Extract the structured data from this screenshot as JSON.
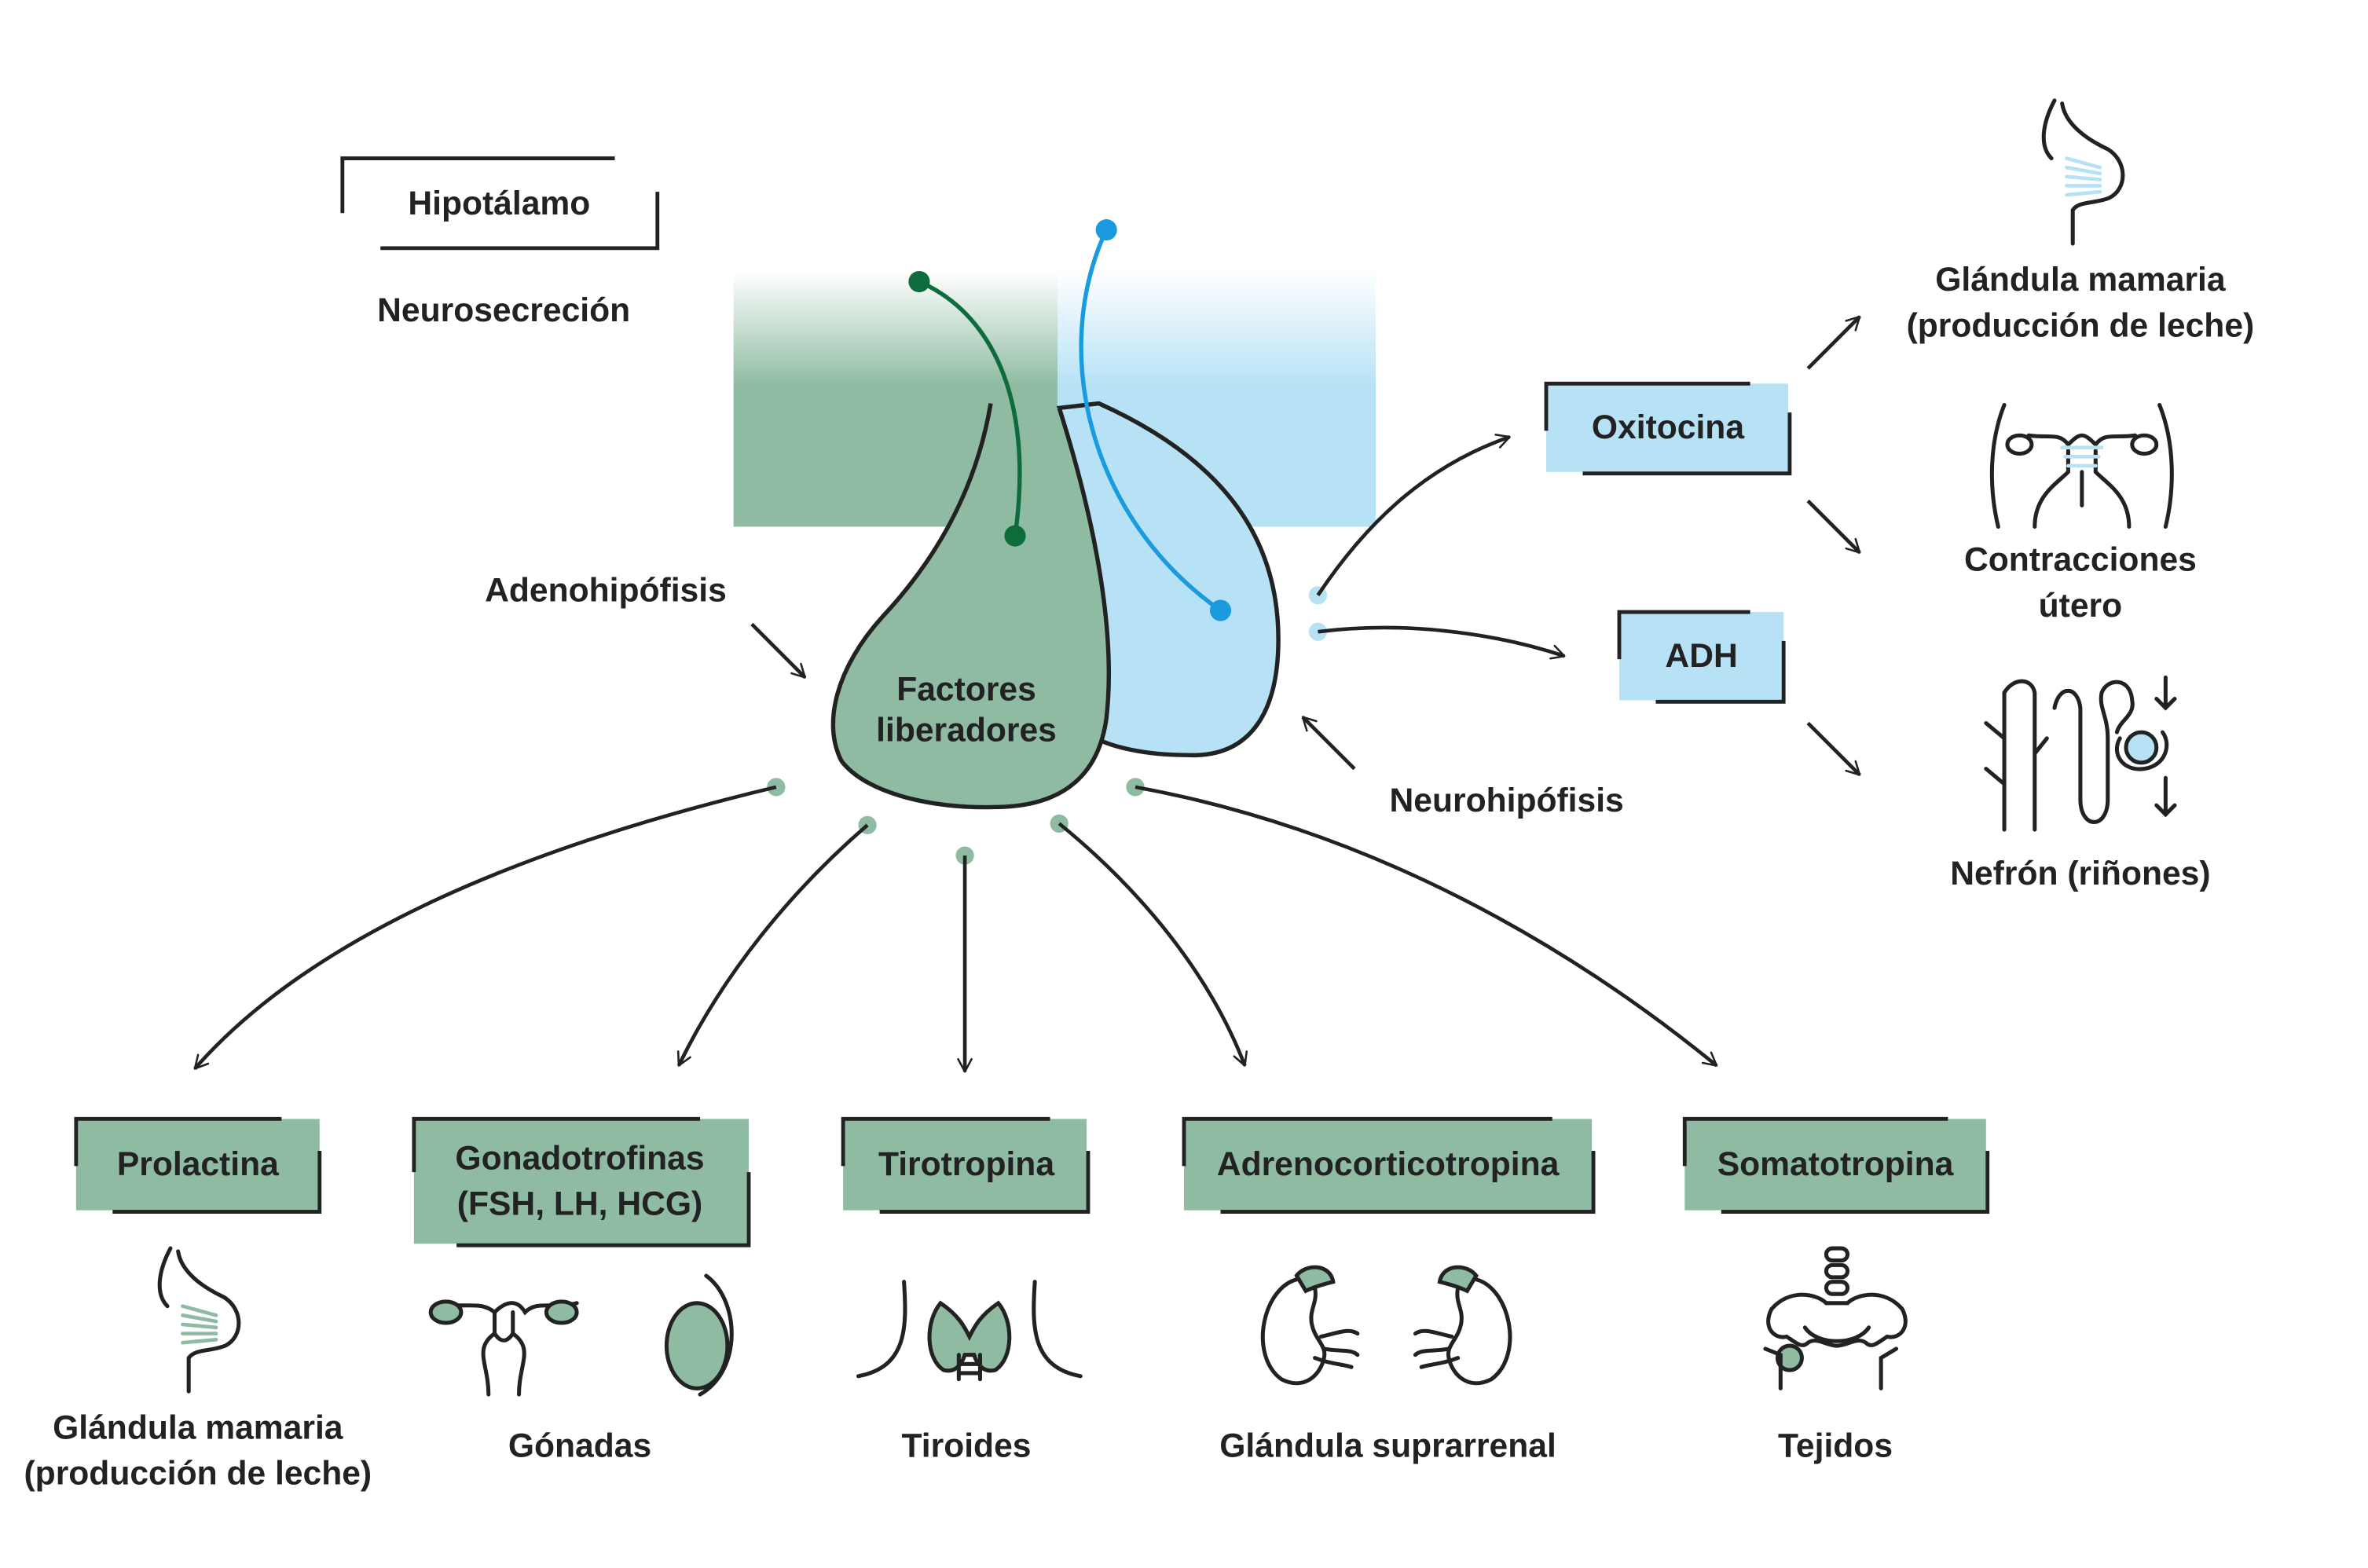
{
  "colors": {
    "green": "#8fbba2",
    "green_dark": "#0e6b3c",
    "blue_light": "#b7e2f6",
    "blue_dark": "#1a9be0",
    "stroke": "#222222",
    "dot_green": "#8fbba2",
    "dot_blue": "#b7e2f6"
  },
  "header": {
    "hypothalamus": "Hipotálamo",
    "neurosecretion": "Neurosecreción"
  },
  "gland": {
    "adeno_label": "Adenohipófisis",
    "neuro_label": "Neurohipófisis",
    "center_line1": "Factores",
    "center_line2": "liberadores"
  },
  "posterior_hormones": [
    {
      "name": "Oxitocina"
    },
    {
      "name": "ADH"
    }
  ],
  "posterior_targets": [
    {
      "line1": "Glándula mamaria",
      "line2": "(producción de leche)",
      "icon": "breast-icon"
    },
    {
      "line1": "Contracciones",
      "line2": "útero",
      "icon": "uterus-icon"
    },
    {
      "line1": "Nefrón (riñones)",
      "line2": "",
      "icon": "nephron-icon"
    }
  ],
  "anterior_hormones": [
    {
      "line1": "Prolactina",
      "line2": ""
    },
    {
      "line1": "Gonadotrofinas",
      "line2": "(FSH, LH, HCG)"
    },
    {
      "line1": "Tirotropina",
      "line2": ""
    },
    {
      "line1": "Adrenocorticotropina",
      "line2": ""
    },
    {
      "line1": "Somatotropina",
      "line2": ""
    }
  ],
  "anterior_targets": [
    {
      "line1": "Glándula mamaria",
      "line2": "(producción de leche)",
      "icon": "breast-icon"
    },
    {
      "line1": "Gónadas",
      "line2": "",
      "icon": "gonads-icon"
    },
    {
      "line1": "Tiroides",
      "line2": "",
      "icon": "thyroid-icon"
    },
    {
      "line1": "Glándula suprarrenal",
      "line2": "",
      "icon": "adrenal-gland-icon"
    },
    {
      "line1": "Tejidos",
      "line2": "",
      "icon": "skeleton-icon"
    }
  ]
}
